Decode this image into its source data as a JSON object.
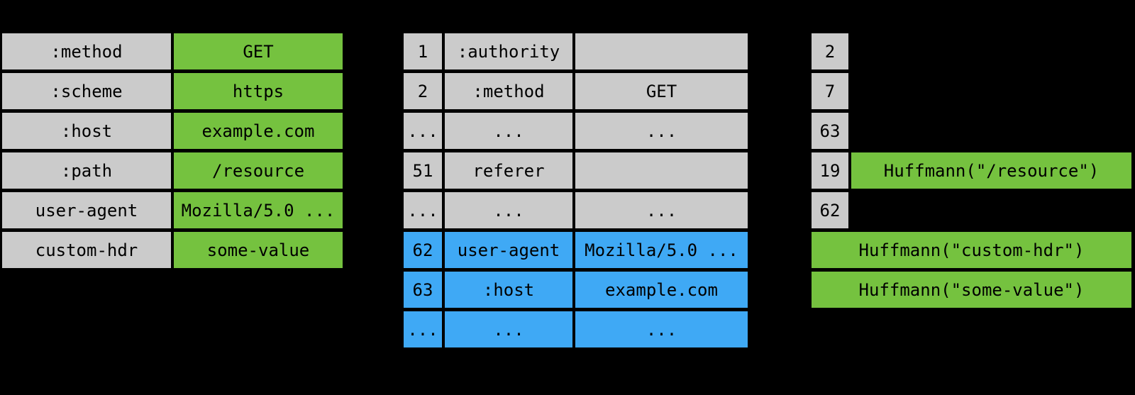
{
  "colors": {
    "background": "#000000",
    "gray": "#cbcbcb",
    "green": "#75c23f",
    "blue": "#3fa9f5",
    "text": "#000000"
  },
  "request_headers_table": {
    "rows": [
      {
        "name": ":method",
        "value": "GET"
      },
      {
        "name": ":scheme",
        "value": "https"
      },
      {
        "name": ":host",
        "value": "example.com"
      },
      {
        "name": ":path",
        "value": "/resource"
      },
      {
        "name": "user-agent",
        "value": "Mozilla/5.0 ..."
      },
      {
        "name": "custom-hdr",
        "value": "some-value"
      }
    ]
  },
  "index_table": {
    "rows": [
      {
        "index": "1",
        "name": ":authority",
        "value": "",
        "highlighted": false
      },
      {
        "index": "2",
        "name": ":method",
        "value": "GET",
        "highlighted": false
      },
      {
        "index": "...",
        "name": "...",
        "value": "...",
        "highlighted": false
      },
      {
        "index": "51",
        "name": "referer",
        "value": "",
        "highlighted": false
      },
      {
        "index": "...",
        "name": "...",
        "value": "...",
        "highlighted": false
      },
      {
        "index": "62",
        "name": "user-agent",
        "value": "Mozilla/5.0 ...",
        "highlighted": true
      },
      {
        "index": "63",
        "name": ":host",
        "value": "example.com",
        "highlighted": true
      },
      {
        "index": "...",
        "name": "...",
        "value": "...",
        "highlighted": true
      }
    ]
  },
  "encoded_output": {
    "rows": [
      {
        "index": "2"
      },
      {
        "index": "7"
      },
      {
        "index": "63"
      },
      {
        "index": "19",
        "literal": "Huffmann(\"/resource\")"
      },
      {
        "index": "62"
      },
      {
        "literal": "Huffmann(\"custom-hdr\")"
      },
      {
        "literal": "Huffmann(\"some-value\")"
      }
    ]
  }
}
